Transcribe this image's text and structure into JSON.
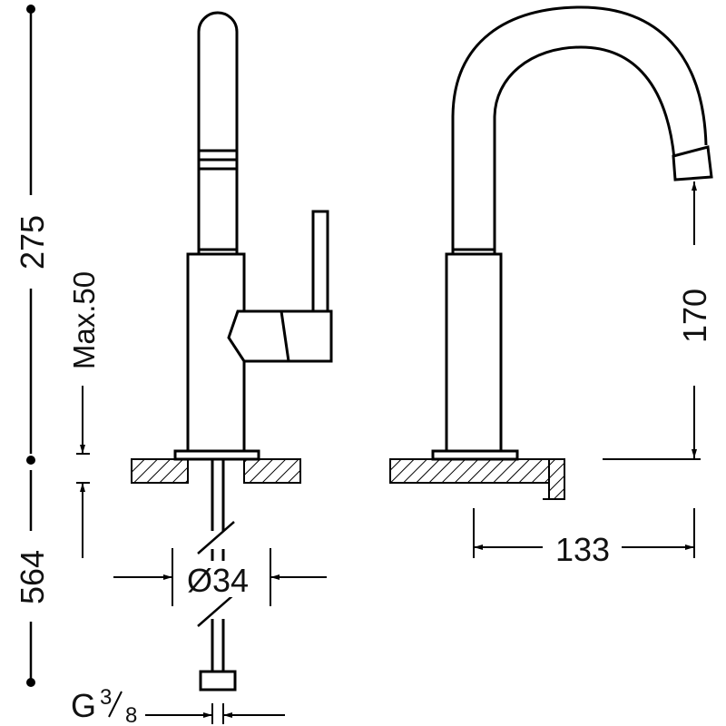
{
  "dimensions": {
    "total_height": "275",
    "max_deck": "Max.50",
    "below_deck": "564",
    "hole_diameter": "Ø34",
    "spout_height": "170",
    "spout_reach": "133",
    "thread_prefix": "G",
    "thread_num": "3",
    "thread_den": "8"
  }
}
